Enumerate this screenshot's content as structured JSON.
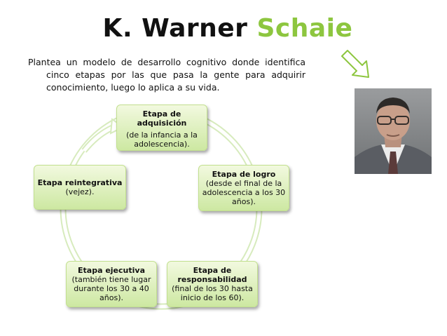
{
  "title": {
    "part1": "K. Warner",
    "part2": "Schaie"
  },
  "intro": "Plantea un modelo de desarrollo cognitivo donde identifica cinco etapas por las que pasa la gente para adquirir conocimiento, luego lo aplica a su vida.",
  "stages": [
    {
      "name": "Etapa de adquisición",
      "desc": "(de la infancia a la adolescencia)."
    },
    {
      "name": "Etapa de logro",
      "desc": "(desde el final de la adolescencia a los 30 años)."
    },
    {
      "name": "Etapa de responsabilidad",
      "desc": "(final de los 30 hasta inicio de los 60)."
    },
    {
      "name": "Etapa ejecutiva",
      "desc": "(también tiene lugar durante los 30 a 40 años)."
    },
    {
      "name": "Etapa reintegrativa",
      "desc": "(vejez)."
    }
  ],
  "colors": {
    "accent": "#8dc63f",
    "box_fill": "#cde8a2",
    "ring": "#d7ebbd"
  },
  "icons": {
    "pointer": "down-right-arrow-icon",
    "photo": "portrait"
  }
}
